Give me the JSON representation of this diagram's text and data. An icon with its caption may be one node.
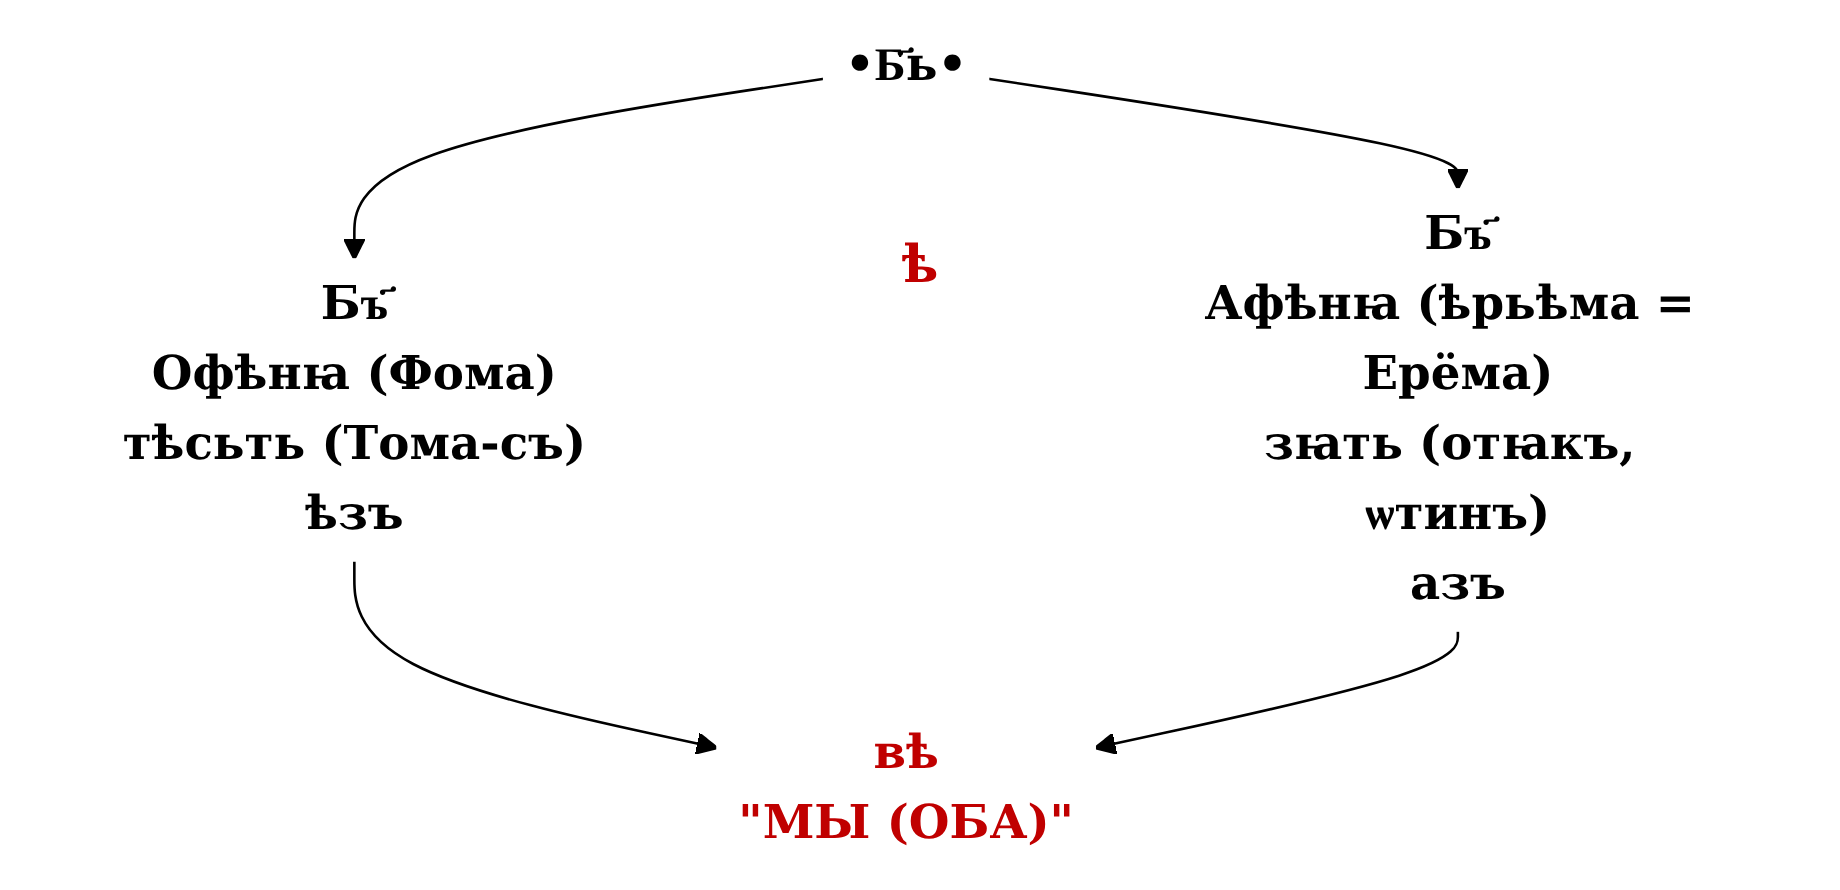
{
  "diagram": {
    "nodes": [
      {
        "text": [
          "•Б҃ь•"
        ]
      },
      {
        "text": [
          "Бъ҃",
          "Офѣнꙗ (Фома)",
          "тѣсьть (Тома-съ)",
          "ѣзъ"
        ]
      },
      {
        "text": [
          "Бъ҃",
          "Афѣнꙗ (ѣрьѣма = Ерёма)",
          "зꙗть (отꙗкъ, ѡтинъ)",
          "азъ"
        ]
      },
      {
        "text": [
          "вѣ",
          "\"МЫ (ОБА)\""
        ]
      }
    ],
    "edges": [
      {
        "from": 0,
        "to": 1,
        "arrow": "to"
      },
      {
        "from": 0,
        "to": 2,
        "arrow": "to"
      },
      {
        "from": 1,
        "to": 3,
        "arrow": "to"
      },
      {
        "from": 2,
        "to": 3,
        "arrow": "to"
      }
    ],
    "labels": [
      "ѣ"
    ]
  }
}
